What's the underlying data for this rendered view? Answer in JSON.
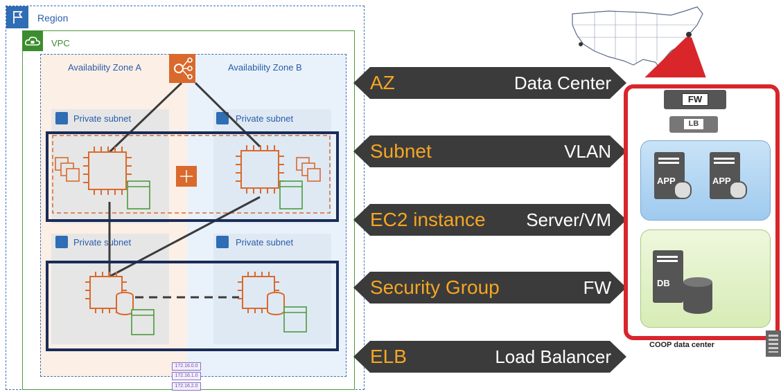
{
  "diagram": {
    "region_label": "Region",
    "vpc_label": "VPC",
    "az_a_label": "Availability Zone A",
    "az_b_label": "Availability Zone B",
    "subnet_label": "Private subnet",
    "cidrs": [
      "172.16.0.0",
      "172.16.1.0",
      "172.16.2.0"
    ]
  },
  "mapping": [
    {
      "aws": "AZ",
      "onprem": "Data Center"
    },
    {
      "aws": "Subnet",
      "onprem": "VLAN"
    },
    {
      "aws": "EC2 instance",
      "onprem": "Server/VM"
    },
    {
      "aws": "Security Group",
      "onprem": "FW"
    },
    {
      "aws": "ELB",
      "onprem": "Load Balancer"
    }
  ],
  "datacenter": {
    "fw_label": "FW",
    "lb_label": "LB",
    "app_label": "APP",
    "db_label": "DB",
    "caption": "COOP data center"
  },
  "colors": {
    "aws_orange": "#d9692c",
    "sg_navy": "#1a2b57",
    "arrow_dark": "#3b3b3b",
    "label_gold": "#f5a623",
    "dc_red": "#d8262b"
  }
}
